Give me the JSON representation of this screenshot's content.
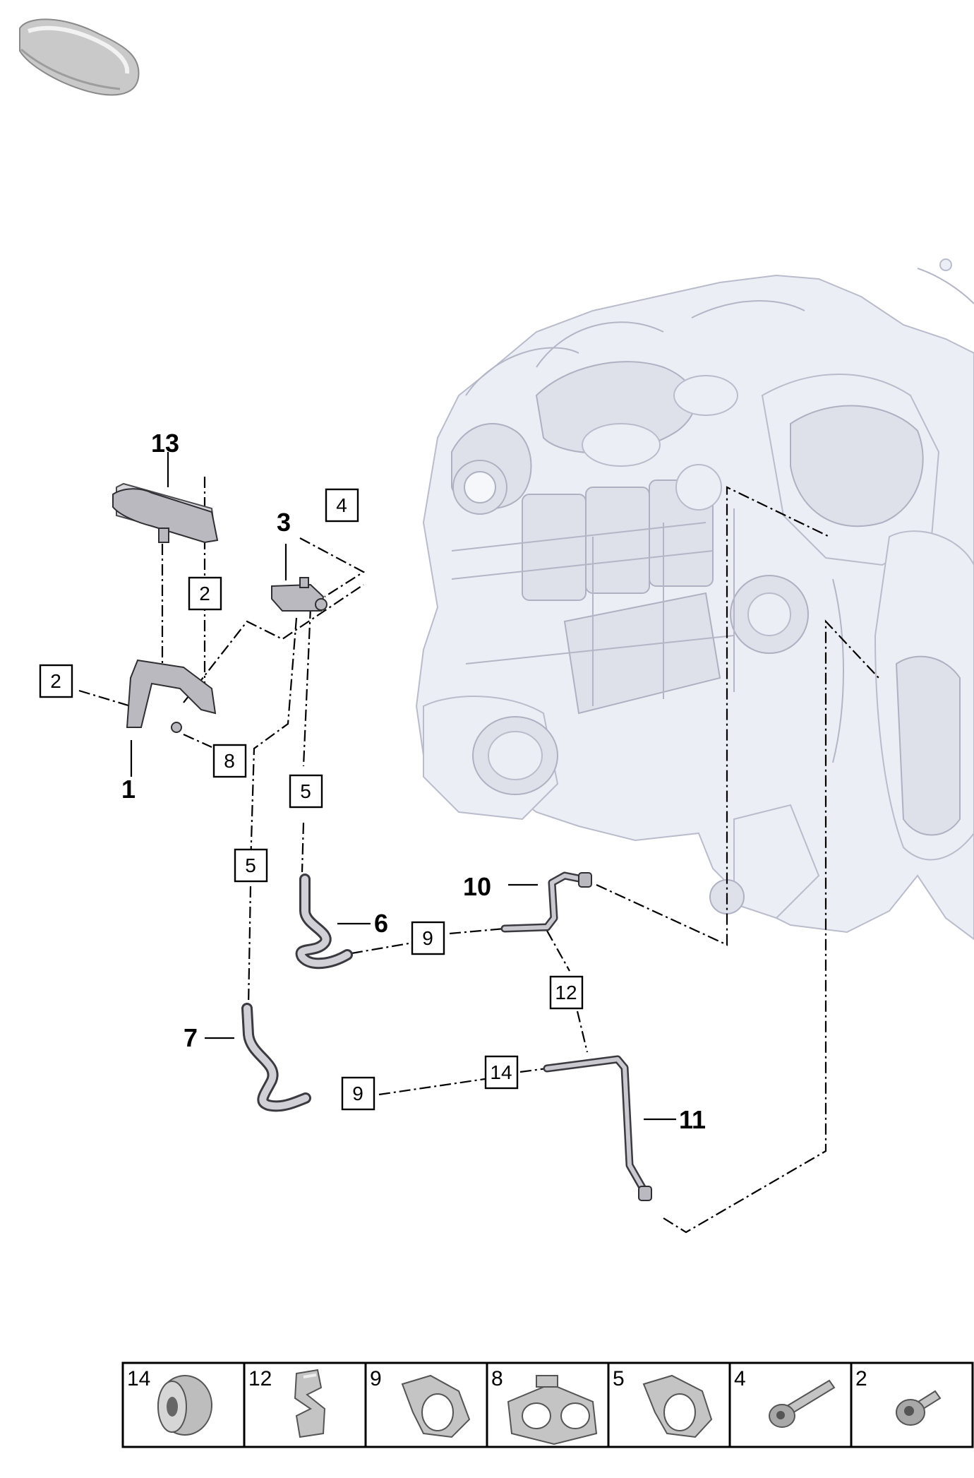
{
  "callouts": {
    "c1": "1",
    "c2a": "2",
    "c2b": "2",
    "c3": "3",
    "c4": "4",
    "c5a": "5",
    "c5b": "5",
    "c6": "6",
    "c7": "7",
    "c8": "8",
    "c9a": "9",
    "c9b": "9",
    "c10": "10",
    "c11": "11",
    "c12": "12",
    "c13": "13",
    "c14": "14"
  },
  "legend": [
    {
      "number": "14",
      "icon": "grommet-icon"
    },
    {
      "number": "12",
      "icon": "bracket-clip-icon"
    },
    {
      "number": "9",
      "icon": "hose-clamp-icon"
    },
    {
      "number": "8",
      "icon": "double-holder-icon"
    },
    {
      "number": "5",
      "icon": "hose-clamp-icon"
    },
    {
      "number": "4",
      "icon": "long-bolt-icon"
    },
    {
      "number": "2",
      "icon": "short-bolt-icon"
    }
  ]
}
